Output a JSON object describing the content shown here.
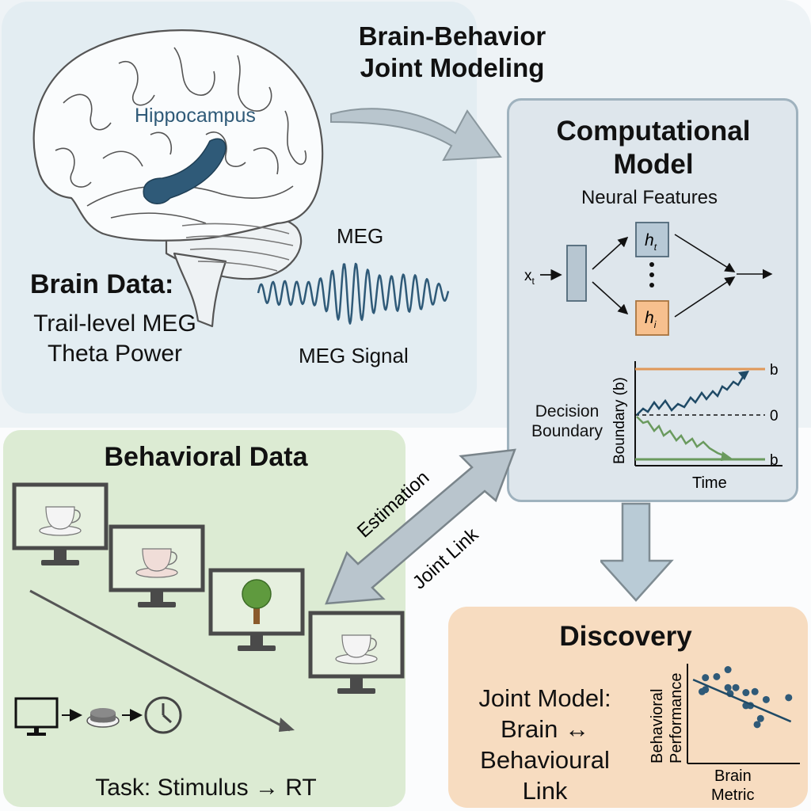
{
  "title": {
    "line1": "Brain-Behavior",
    "line2": "Joint Modeling"
  },
  "brain_panel": {
    "region_label": "Hippocampus",
    "meg_label": "MEG",
    "meg_signal_label": "MEG Signal",
    "heading": "Brain Data:",
    "desc_line1": "Trail-level MEG",
    "desc_line2": "Theta Power",
    "colors": {
      "panel": "#e3edf2",
      "hippocampus": "#2f5a78",
      "signal": "#2f5a78"
    }
  },
  "model_panel": {
    "title_line1": "Computational",
    "title_line2": "Model",
    "subtitle": "Neural Features",
    "input_label": "x",
    "input_sub": "t",
    "node_top": {
      "label": "h",
      "sub": "t",
      "color": "#b7c9d6"
    },
    "node_bottom": {
      "label": "h",
      "sub": "i",
      "color": "#f7c08e"
    },
    "ellipsis": "⋮",
    "ddm": {
      "side_label_line1": "Decision",
      "side_label_line2": "Boundary",
      "ylabel": "Boundary (b)",
      "xlabel": "Time",
      "upper_label": "b",
      "zero_label": "0",
      "lower_label": "b",
      "colors": {
        "upper": "#e09858",
        "lower": "#6a9a5e",
        "path_up": "#1f4a66",
        "path_down": "#6a9a5e"
      }
    }
  },
  "behavior_panel": {
    "heading": "Behavioral Data",
    "stimuli": [
      "teacup",
      "patterned-teacup",
      "tree",
      "teacup"
    ],
    "sequence_icons": [
      "monitor-icon",
      "button-icon",
      "clock-icon"
    ],
    "task_label": "Task: Stimulus → RT",
    "color": "#dcebd3"
  },
  "link_arrow": {
    "upper_label": "Estimation",
    "lower_label": "Joint Link"
  },
  "discovery_panel": {
    "heading": "Discovery",
    "line1": "Joint Model:",
    "line2": "Brain ↔",
    "line3": "Behavioural",
    "line4": "Link",
    "scatter": {
      "ylabel_line1": "Behavioral",
      "ylabel_line2": "Performance",
      "xlabel_line1": "Brain",
      "xlabel_line2": "Metric",
      "trend": "negative",
      "points": [
        [
          0.13,
          0.72
        ],
        [
          0.16,
          0.74
        ],
        [
          0.16,
          0.86
        ],
        [
          0.26,
          0.87
        ],
        [
          0.36,
          0.94
        ],
        [
          0.36,
          0.76
        ],
        [
          0.38,
          0.7
        ],
        [
          0.43,
          0.76
        ],
        [
          0.52,
          0.71
        ],
        [
          0.6,
          0.72
        ],
        [
          0.52,
          0.58
        ],
        [
          0.56,
          0.58
        ],
        [
          0.7,
          0.64
        ],
        [
          0.65,
          0.45
        ],
        [
          0.62,
          0.39
        ],
        [
          0.9,
          0.66
        ]
      ],
      "trend_line": [
        [
          0.05,
          0.84
        ],
        [
          0.92,
          0.42
        ]
      ],
      "color": "#2f5a78"
    },
    "color": "#f7dcc0"
  }
}
